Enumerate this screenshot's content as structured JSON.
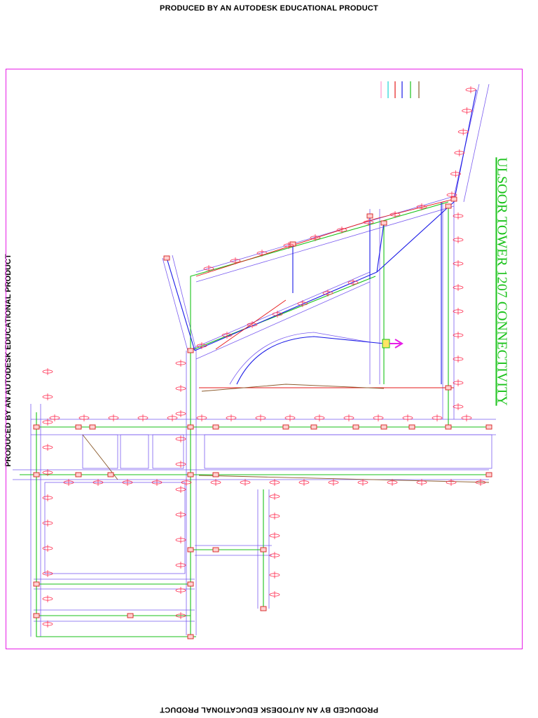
{
  "banners": {
    "top": "PRODUCED BY AN AUTODESK EDUCATIONAL PRODUCT",
    "side": "PRODUCED BY AN AUTODESK EDUCATIONAL PRODUCT",
    "bottom": "PRODUCED BY AN AUTODESK EDUCATIONAL PRODUCT"
  },
  "drawing": {
    "title": "ULSOOR TOWER 1207 CONNECTIVITY"
  },
  "colors": {
    "frame": "#e61ee6",
    "road": "#7a5cf0",
    "cable_green": "#19c219",
    "cable_blue": "#1a1ae6",
    "cable_red": "#e61a1a",
    "cable_brown": "#8b5a2b",
    "pole": "#ff3355",
    "chamber": "#d42020",
    "label_green": "#19c219"
  },
  "icons": {
    "pole_marker": "pole-icon",
    "joint_chamber": "chamber-icon",
    "closure": "closure-icon",
    "tower": "tower-icon"
  }
}
